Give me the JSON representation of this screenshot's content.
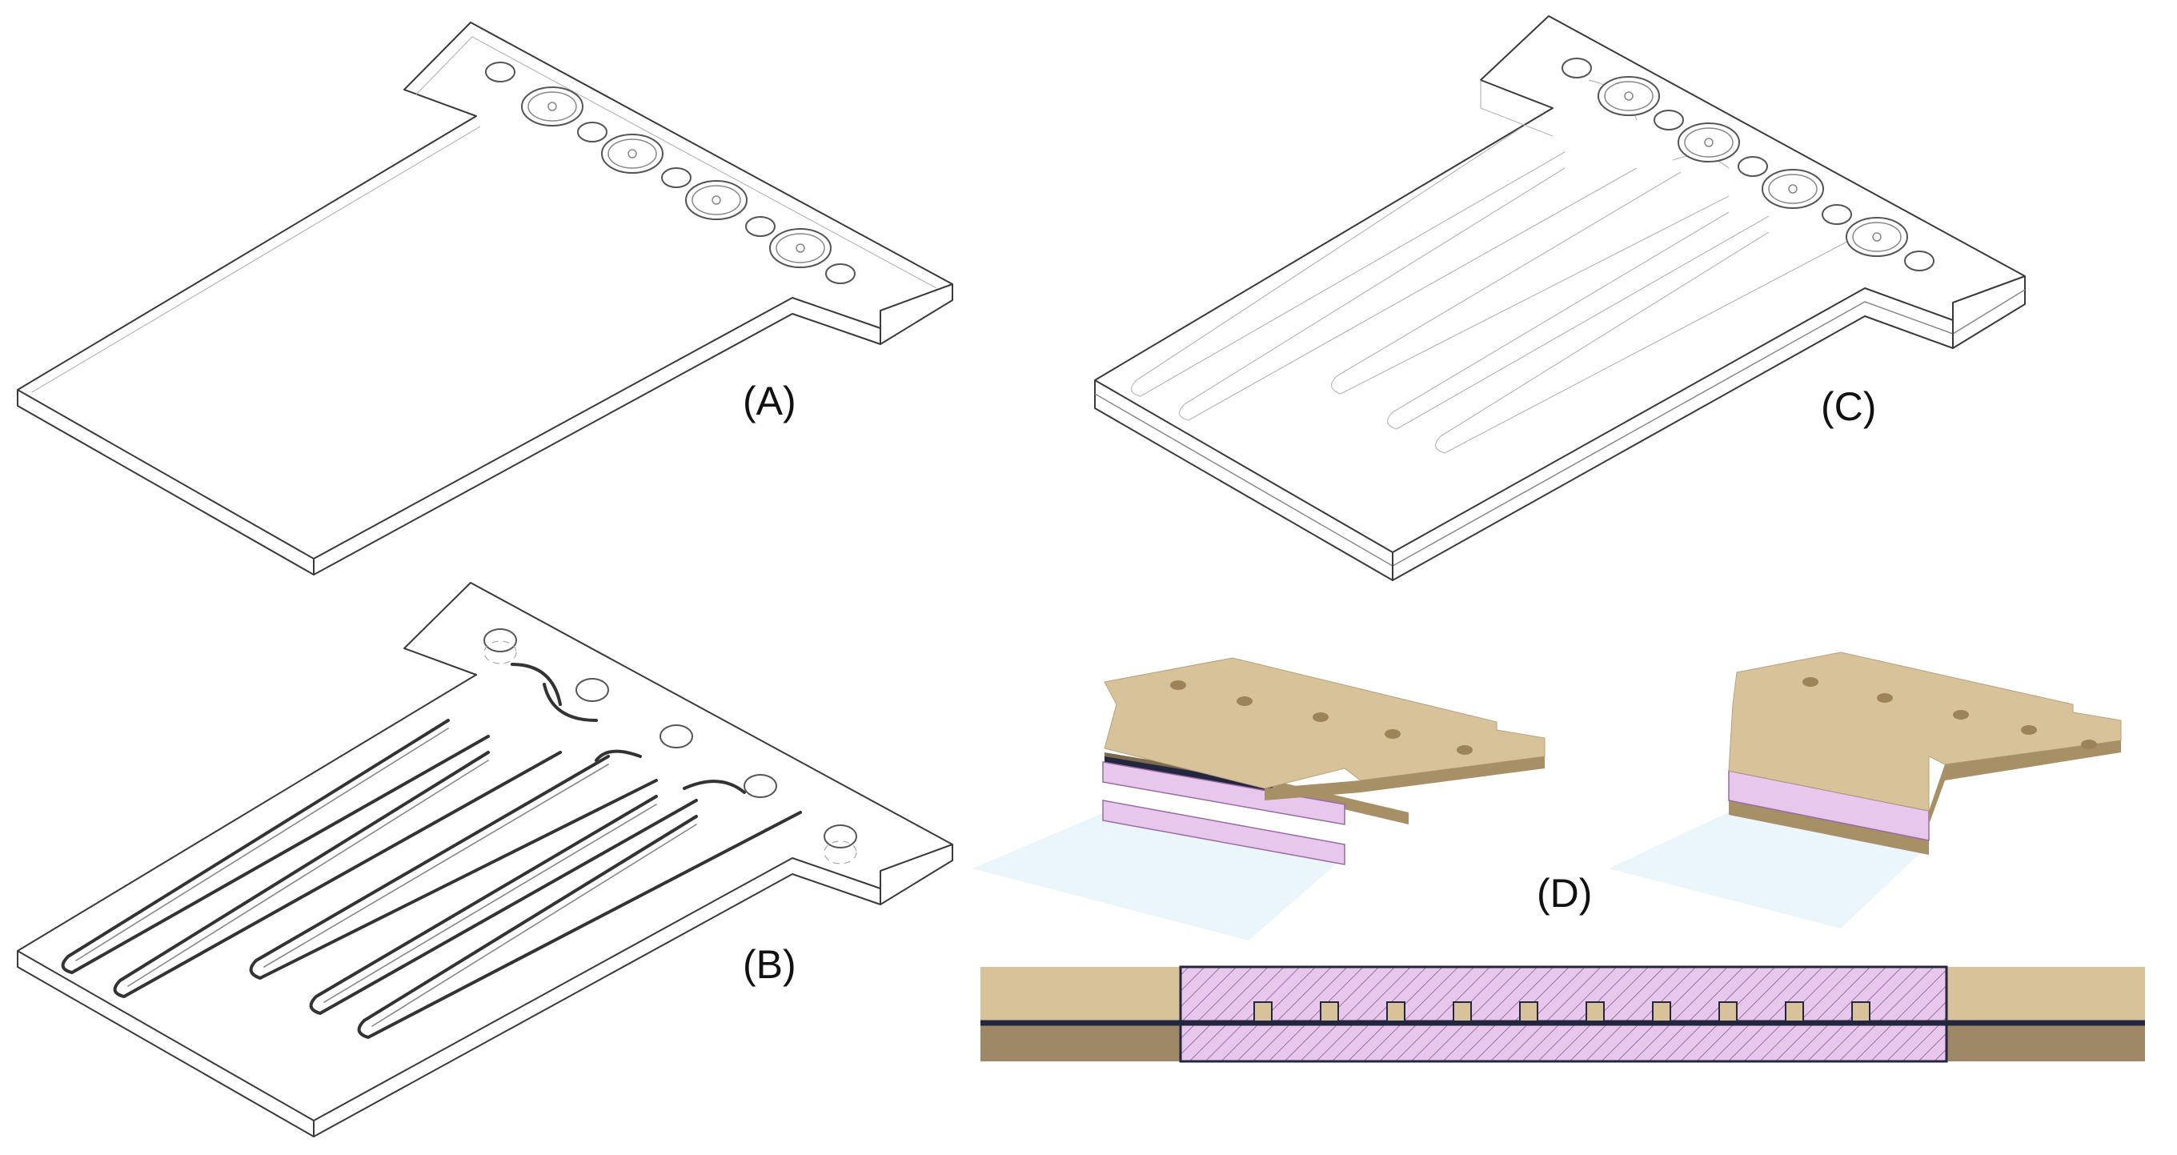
{
  "panels": {
    "a": {
      "label": "(A)"
    },
    "b": {
      "label": "(B)"
    },
    "c": {
      "label": "(C)"
    },
    "d": {
      "label": "(D)"
    }
  },
  "colors": {
    "pmma_tan": "#d8c29a",
    "membrane_pink": "#e8c7ec",
    "gasket_navy": "#22263f",
    "outline": "#3a3a3a"
  }
}
